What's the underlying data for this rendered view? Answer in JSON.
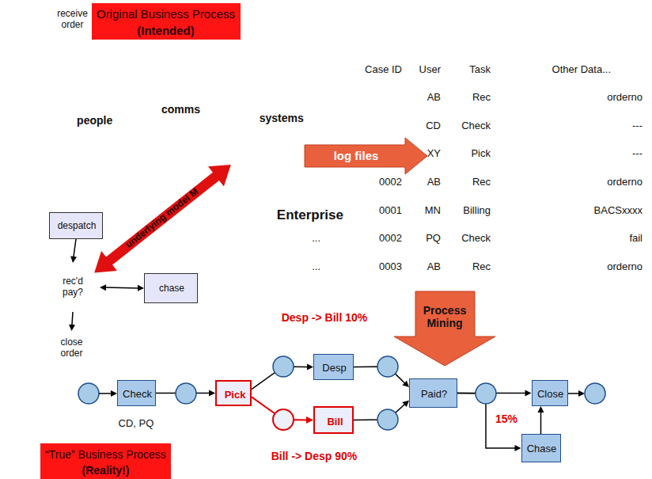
{
  "diagram": {
    "nodes": [
      {
        "text": [
          "receive order"
        ]
      },
      {
        "text": [
          "Original Business Process",
          "(Intended)"
        ]
      },
      {
        "text": [
          "Enterprise"
        ]
      },
      {
        "text": [
          "people"
        ],
        "in": 2
      },
      {
        "text": [
          "comms"
        ],
        "in": 2
      },
      {
        "text": [
          "systems"
        ],
        "in": 2
      },
      {
        "text": [
          "despatch"
        ]
      },
      {
        "text": [
          "rec'd pay?"
        ]
      },
      {
        "text": [
          "chase"
        ]
      },
      {
        "text": [
          "close order"
        ]
      },
      {
        "text": [
          "Check"
        ]
      },
      {
        "text": [
          "Pick"
        ]
      },
      {
        "text": [
          "Desp"
        ]
      },
      {
        "text": [
          "Bill"
        ]
      },
      {
        "text": [
          "Paid?"
        ]
      },
      {
        "text": [
          "Close"
        ]
      },
      {
        "text": [
          "Chase"
        ]
      },
      {
        "text": [
          "“True” Business Process",
          "(Reality!)"
        ]
      }
    ],
    "edges": [
      {
        "from": 6,
        "to": 7,
        "arrow": "to"
      },
      {
        "from": 7,
        "to": 9,
        "arrow": "to"
      },
      {
        "from": 7,
        "to": 8,
        "arrow": "both"
      },
      {
        "from": 7,
        "to": 2,
        "label": "underlying model M",
        "arrow": "both"
      },
      {
        "from": 10,
        "to": 11,
        "arrow": "to"
      },
      {
        "from": 11,
        "to": 12,
        "arrow": "to"
      },
      {
        "from": 11,
        "to": 13,
        "arrow": "to"
      },
      {
        "from": 12,
        "to": 14,
        "arrow": "to"
      },
      {
        "from": 13,
        "to": 14,
        "arrow": "to"
      },
      {
        "from": 14,
        "to": 15,
        "arrow": "to"
      },
      {
        "from": 14,
        "to": 16,
        "arrow": "to"
      },
      {
        "from": 16,
        "to": 15,
        "arrow": "to"
      }
    ],
    "labels": [
      "log files",
      "Process Mining",
      "Desp -> Bill 10%",
      "Bill -> Desp 90%",
      "CD, PQ",
      "15%",
      "Case ID",
      "User",
      "Task",
      "Other Data...",
      "AB",
      "Rec",
      "orderno",
      "CD",
      "Check",
      "---",
      "XY",
      "Pick",
      "---",
      "0002",
      "AB",
      "Rec",
      "orderno",
      "0001",
      "MN",
      "Billing",
      "BACSxxxx",
      "...",
      "0002",
      "PQ",
      "Check",
      "fail",
      "...",
      "0003",
      "AB",
      "Rec",
      "orderno"
    ]
  }
}
